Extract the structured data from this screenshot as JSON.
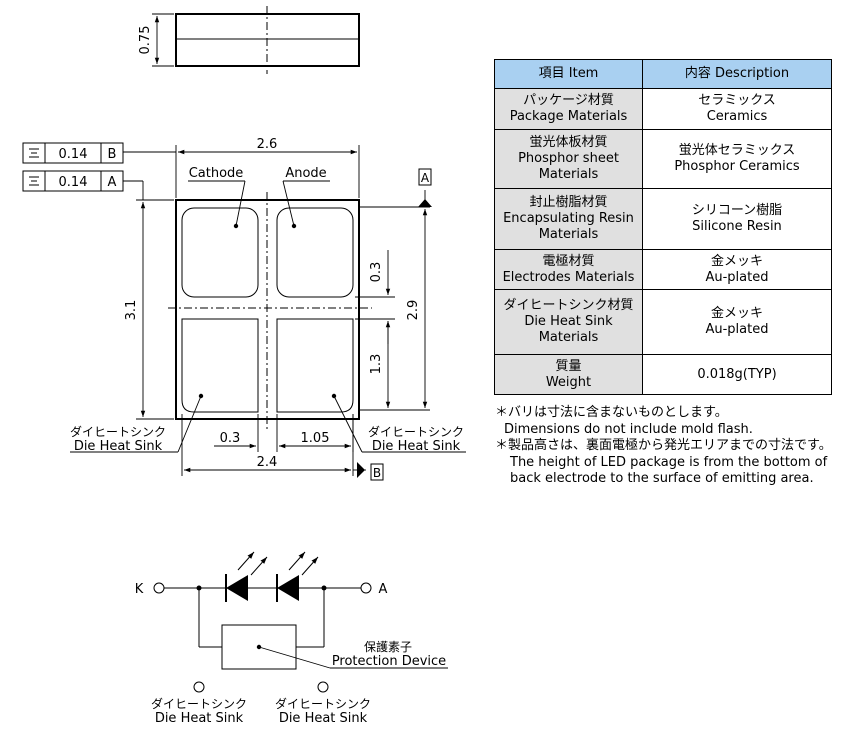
{
  "drawing": {
    "dim_075": "0.75",
    "dim_26": "2.6",
    "dim_31": "3.1",
    "dim_29": "2.9",
    "dim_03_vertical": "0.3",
    "dim_13": "1.3",
    "dim_03_horizontal": "0.3",
    "dim_105": "1.05",
    "dim_24": "2.4",
    "tolerance_frames": [
      {
        "value": "0.14",
        "datum": "B"
      },
      {
        "value": "0.14",
        "datum": "A"
      }
    ],
    "datum_a": "A",
    "datum_b": "B",
    "label_cathode": "Cathode",
    "label_anode": "Anode",
    "die_heat_sink_jp": "ダイヒートシンク",
    "die_heat_sink_en": "Die Heat Sink"
  },
  "table": {
    "header_item": "項目 Item",
    "header_desc": "内容 Description",
    "rows": [
      {
        "item": [
          "パッケージ材質",
          "Package Materials"
        ],
        "desc": [
          "セラミックス",
          "Ceramics"
        ]
      },
      {
        "item": [
          "蛍光体板材質",
          "Phosphor sheet",
          "Materials"
        ],
        "desc": [
          "蛍光体セラミックス",
          "Phosphor Ceramics"
        ]
      },
      {
        "item": [
          "封止樹脂材質",
          "Encapsulating Resin",
          "Materials"
        ],
        "desc": [
          "シリコーン樹脂",
          "Silicone Resin"
        ]
      },
      {
        "item": [
          "電極材質",
          "Electrodes Materials"
        ],
        "desc": [
          "金メッキ",
          "Au-plated"
        ]
      },
      {
        "item": [
          "ダイヒートシンク材質",
          "Die Heat Sink",
          "Materials"
        ],
        "desc": [
          "金メッキ",
          "Au-plated"
        ]
      },
      {
        "item": [
          "質量",
          "Weight"
        ],
        "desc": [
          "0.018g(TYP)"
        ]
      }
    ]
  },
  "notes": [
    "＊バリは寸法に含まないものとします。",
    "Dimensions do not include mold flash.",
    "＊製品高さは、裏面電極から発光エリアまでの寸法です。",
    "The height of LED package is from the bottom of",
    "back electrode to the surface of emitting area."
  ],
  "circuit": {
    "terminal_k": "K",
    "terminal_a": "A",
    "protection_jp": "保護素子",
    "protection_en": "Protection Device",
    "die_heat_sink_jp": "ダイヒートシンク",
    "die_heat_sink_en": "Die Heat Sink"
  }
}
